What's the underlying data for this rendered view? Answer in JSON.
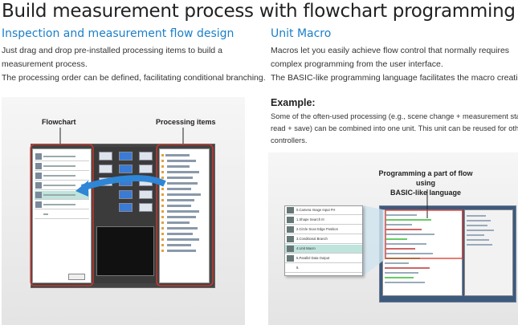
{
  "page": {
    "title": "Build measurement process with flowchart programming"
  },
  "left_section": {
    "heading": "Inspection and measurement flow design",
    "lines": [
      "Just drag and drop pre-installed processing items to build a",
      "measurement process.",
      "The processing order can be defined, facilitating conditional branching."
    ],
    "labels": {
      "flowchart": "Flowchart",
      "processing_items": "Processing items"
    }
  },
  "right_section": {
    "heading": "Unit Macro",
    "lines": [
      "Macros let you easily achieve flow control that normally requires",
      "complex programming from the user interface.",
      "The BASIC-like programming language facilitates the macro creation."
    ],
    "example_heading": "Example:",
    "example_lines": [
      "Some of the often-used processing (e.g., scene change + measurement start, data",
      "read + save) can be combined into one unit. This unit can be reused for other",
      "controllers."
    ],
    "programming_label": [
      "Programming a part of flow using",
      "BASIC-like language"
    ],
    "flow_rows": [
      "0.Camera Image Input FH",
      "1.Shape Search III",
      "2.Circle Scan Edge Position",
      "3.Conditional Branch",
      "4.Unit Macro",
      "5.Parallel Data Output",
      "6."
    ]
  },
  "colors": {
    "heading_blue": "#1a7fc9",
    "callout_red": "#d9362b",
    "drag_arrow_blue": "#2f86d6",
    "highlight_teal": "#bfe4dc"
  }
}
